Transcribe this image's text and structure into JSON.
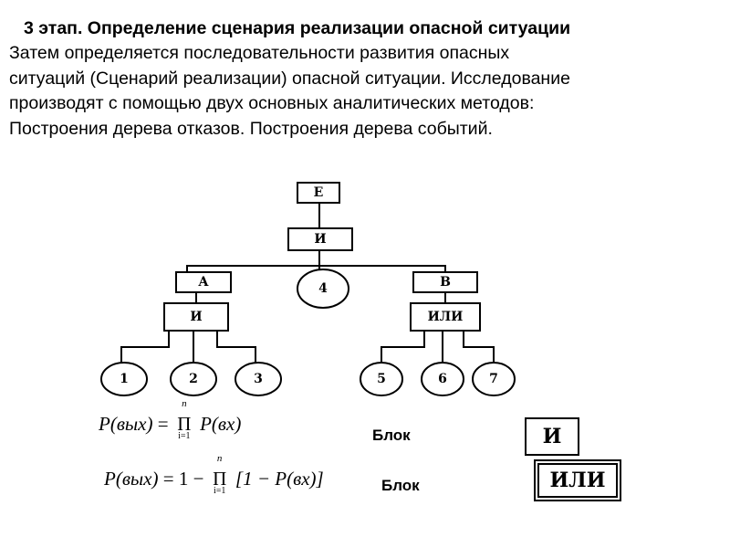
{
  "slide": {
    "heading": "3 этап. Определение сценария реализации опасной ситуации",
    "body_lines": [
      "Затем определяется последовательности развития опасных",
      "ситуаций (Сценарий реализации) опасной ситуации. Исследование",
      "производят с помощью двух основных аналитических методов:",
      "Построения дерева отказов. Построения дерева событий."
    ]
  },
  "tree": {
    "top_event": "Е",
    "root_gate": "И",
    "left_event": "А",
    "left_gate": "И",
    "center_event": "4",
    "right_event": "В",
    "right_gate": "ИЛИ",
    "left_leaves": [
      "1",
      "2",
      "3"
    ],
    "right_leaves": [
      "5",
      "6",
      "7"
    ]
  },
  "formulas": {
    "and": {
      "lhs": "P(вых)",
      "eq": "=",
      "op": "Π",
      "upper": "n",
      "lower": "i=1",
      "rhs": "P(вх)"
    },
    "or": {
      "lhs": "P(вых)",
      "eq": "= 1 −",
      "op": "Π",
      "upper": "n",
      "lower": "i=1",
      "rhs": "[1 − P(вх)]"
    }
  },
  "legend": {
    "block_label_1": "Блок",
    "block_gate_1": "И",
    "block_label_2": "Блок",
    "block_gate_2": "ИЛИ"
  }
}
